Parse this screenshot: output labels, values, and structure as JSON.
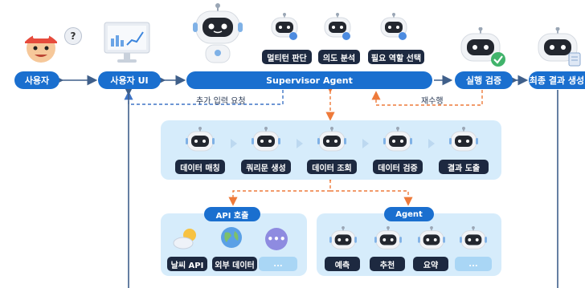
{
  "nodes": {
    "user": "사용자",
    "user_ui": "사용자 UI",
    "supervisor": "Supervisor Agent",
    "verify": "실행 검증",
    "final": "최종 결과 생성"
  },
  "supervisor_tasks": [
    "멀티턴 판단",
    "의도 분석",
    "필요 역할 선택"
  ],
  "edge_labels": {
    "extra_input": "추가 입력 요청",
    "rerun": "재수행"
  },
  "pipeline_steps": [
    "데이터 매칭",
    "쿼리문 생성",
    "데이터 조회",
    "데이터 검증",
    "결과 도출"
  ],
  "api_group": {
    "title": "API 호출",
    "items": [
      "날씨 API",
      "외부 데이터",
      "..."
    ]
  },
  "agent_group": {
    "title": "Agent",
    "items": [
      "예측",
      "추천",
      "요약",
      "..."
    ]
  },
  "user_bubble": "?",
  "colors": {
    "primary": "#1a6fcf",
    "panel": "#d6ecfb",
    "dark_label": "#1d2940",
    "dashed_orange": "#ee7a3a",
    "dashed_blue": "#3f74c6"
  }
}
